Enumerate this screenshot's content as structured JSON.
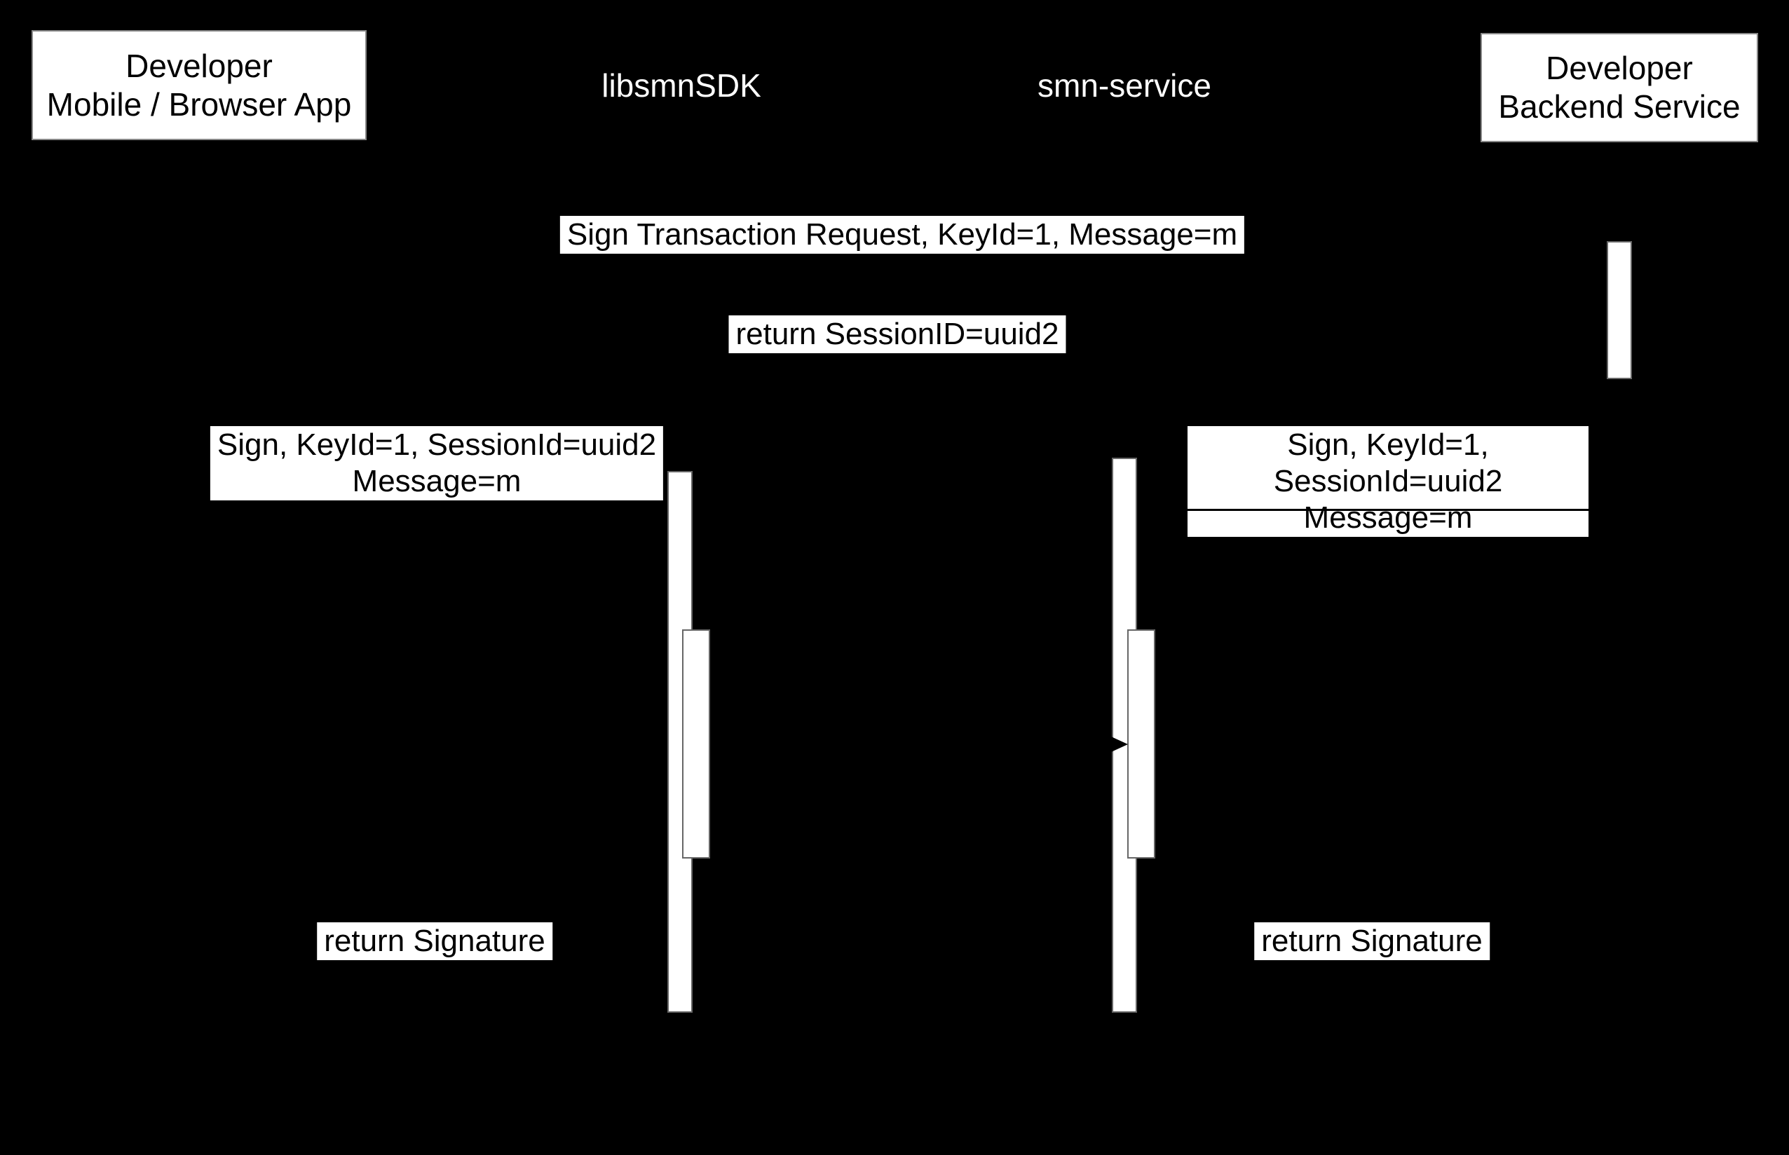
{
  "diagram": {
    "type": "sequence-diagram",
    "actors": [
      {
        "id": "mobile-app",
        "label": "Developer\nMobile / Browser App",
        "boxed": true
      },
      {
        "id": "libsmnsdk",
        "label": "libsmnSDK",
        "boxed": false
      },
      {
        "id": "smn-service",
        "label": "smn-service",
        "boxed": false
      },
      {
        "id": "backend",
        "label": "Developer\nBackend Service",
        "boxed": true
      }
    ],
    "messages": [
      {
        "id": "sign-transaction-request",
        "label": "Sign Transaction Request, KeyId=1, Message=m"
      },
      {
        "id": "return-sessionid",
        "label": "return SessionID=uuid2"
      },
      {
        "id": "sign-request-left",
        "label": "Sign, KeyId=1, SessionId=uuid2\nMessage=m"
      },
      {
        "id": "sign-request-right",
        "label": "Sign, KeyId=1, SessionId=uuid2\nMessage=m"
      },
      {
        "id": "return-signature-left",
        "label": "return Signature"
      },
      {
        "id": "return-signature-right",
        "label": "return Signature"
      }
    ],
    "colors": {
      "background": "#000000",
      "label_background": "#ffffff",
      "label_text": "#000000",
      "actor_box_fill": "#ffffff",
      "actor_box_text": "#000000",
      "actor_text_light": "#ffffff",
      "activation_fill": "#ffffff",
      "activation_border": "#666666",
      "arrow_color": "#000000"
    }
  }
}
